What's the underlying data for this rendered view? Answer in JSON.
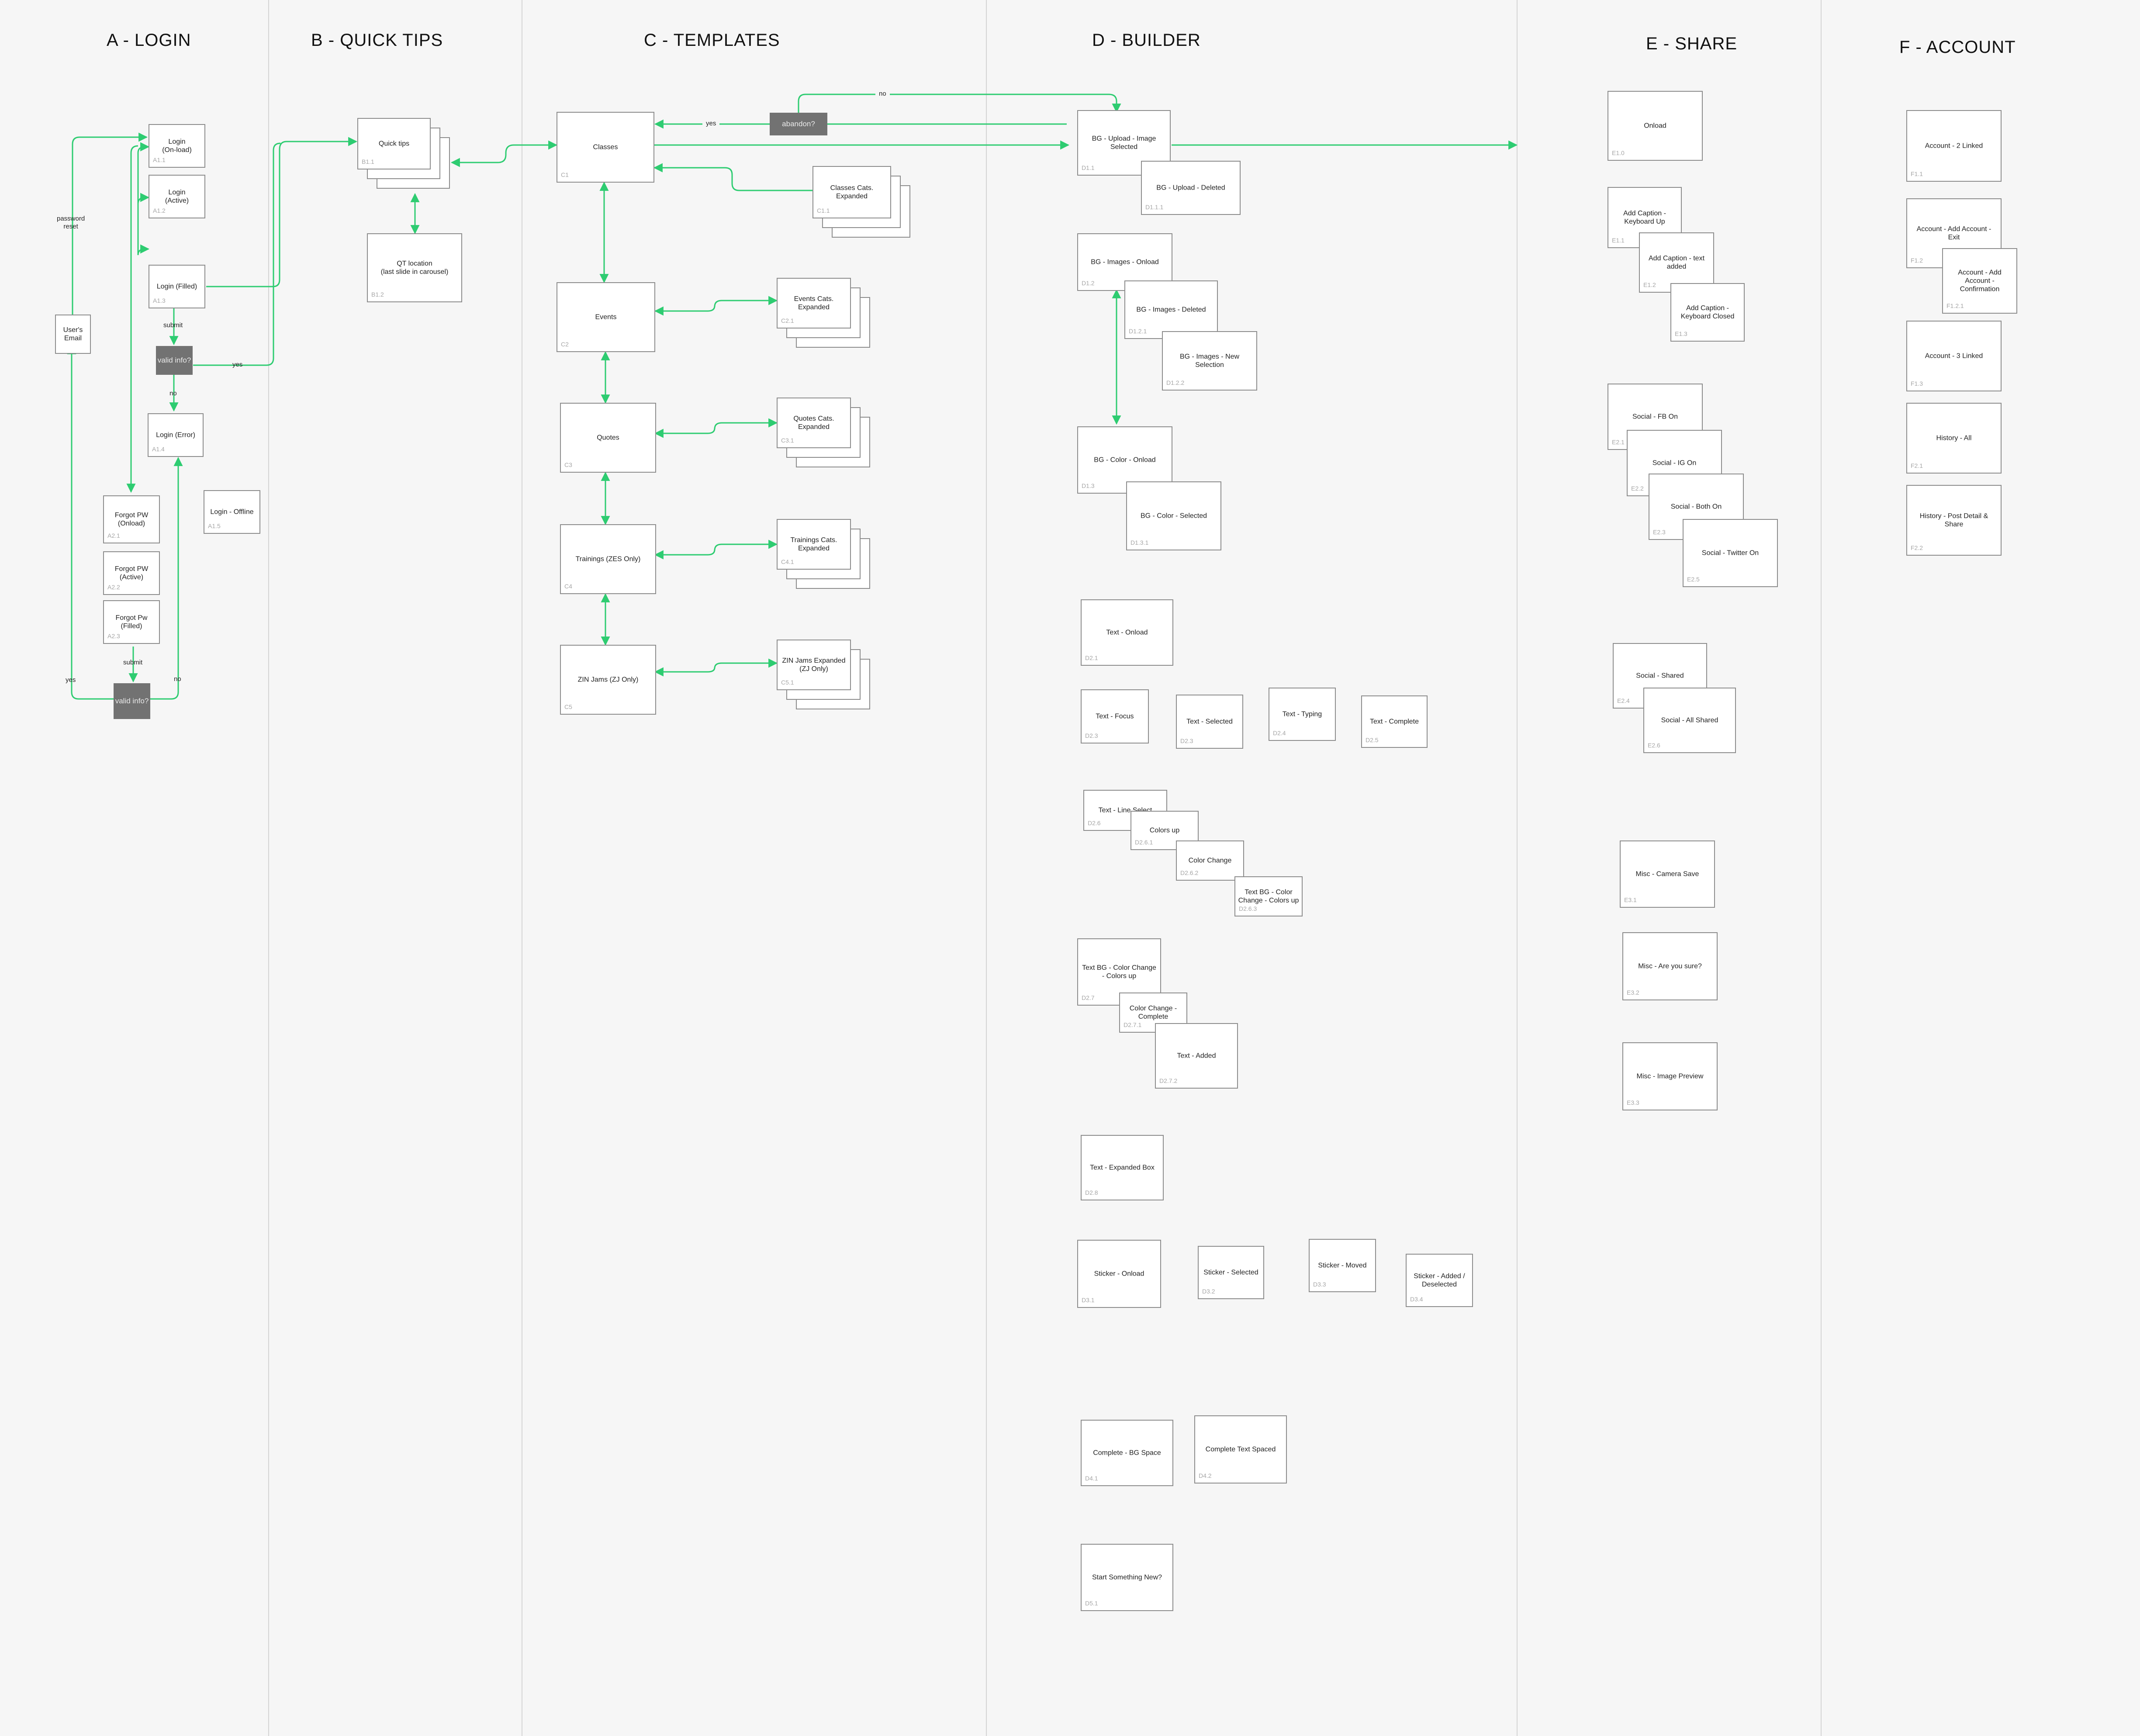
{
  "colors": {
    "edge": "#2ecc71",
    "box_border": "#8c8c8c",
    "decision": "#727272",
    "divider": "#d4d4d4",
    "background": "#f6f6f6"
  },
  "columns": [
    {
      "id": "A",
      "title": "A - LOGIN"
    },
    {
      "id": "B",
      "title": "B - QUICK TIPS"
    },
    {
      "id": "C",
      "title": "C - TEMPLATES"
    },
    {
      "id": "D",
      "title": "D - BUILDER"
    },
    {
      "id": "E",
      "title": "E - SHARE"
    },
    {
      "id": "F",
      "title": "F - ACCOUNT"
    }
  ],
  "screens": {
    "a1_1": {
      "label": "Login\n(On-load)",
      "id": "A1.1"
    },
    "a1_2": {
      "label": "Login\n(Active)",
      "id": "A1.2"
    },
    "a1_3": {
      "label": "Login (Filled)",
      "id": "A1.3"
    },
    "a1_4": {
      "label": "Login (Error)",
      "id": "A1.4"
    },
    "a1_5": {
      "label": "Login - Offline",
      "id": "A1.5"
    },
    "users_email": {
      "label": "User's\nEmail",
      "id": ""
    },
    "a2_1": {
      "label": "Forgot PW\n(Onload)",
      "id": "A2.1"
    },
    "a2_2": {
      "label": "Forgot PW\n(Active)",
      "id": "A2.2"
    },
    "a2_3": {
      "label": "Forgot Pw\n(Filled)",
      "id": "A2.3"
    },
    "b1_1": {
      "label": "Quick tips",
      "id": "B1.1"
    },
    "b1_2": {
      "label": "QT location\n(last slide in carousel)",
      "id": "B1.2"
    },
    "c1": {
      "label": "Classes",
      "id": "C1"
    },
    "c1_1": {
      "label": "Classes Cats.\nExpanded",
      "id": "C1.1"
    },
    "c2": {
      "label": "Events",
      "id": "C2"
    },
    "c2_1": {
      "label": "Events Cats.\nExpanded",
      "id": "C2.1"
    },
    "c3": {
      "label": "Quotes",
      "id": "C3"
    },
    "c3_1": {
      "label": "Quotes Cats.\nExpanded",
      "id": "C3.1"
    },
    "c4": {
      "label": "Trainings (ZES Only)",
      "id": "C4"
    },
    "c4_1": {
      "label": "Trainings Cats.\nExpanded",
      "id": "C4.1"
    },
    "c5": {
      "label": "ZIN Jams (ZJ Only)",
      "id": "C5"
    },
    "c5_1": {
      "label": "ZIN Jams Expanded\n(ZJ Only)",
      "id": "C5.1"
    },
    "d1_1": {
      "label": "BG - Upload - Image\nSelected",
      "id": "D1.1"
    },
    "d1_1_1": {
      "label": "BG - Upload - Deleted",
      "id": "D1.1.1"
    },
    "d1_2": {
      "label": "BG - Images - Onload",
      "id": "D1.2"
    },
    "d1_2_1": {
      "label": "BG - Images - Deleted",
      "id": "D1.2.1"
    },
    "d1_2_2": {
      "label": "BG - Images - New\nSelection",
      "id": "D1.2.2"
    },
    "d1_3": {
      "label": "BG - Color - Onload",
      "id": "D1.3"
    },
    "d1_3_1": {
      "label": "BG - Color - Selected",
      "id": "D1.3.1"
    },
    "d2_1": {
      "label": "Text - Onload",
      "id": "D2.1"
    },
    "d2_3a": {
      "label": "Text - Focus",
      "id": "D2.3"
    },
    "d2_3b": {
      "label": "Text - Selected",
      "id": "D2.3"
    },
    "d2_4": {
      "label": "Text - Typing",
      "id": "D2.4"
    },
    "d2_5": {
      "label": "Text - Complete",
      "id": "D2.5"
    },
    "d2_6": {
      "label": "Text - Line Select",
      "id": "D2.6"
    },
    "d2_6_1": {
      "label": "Colors up",
      "id": "D2.6.1"
    },
    "d2_6_2": {
      "label": "Color Change",
      "id": "D2.6.2"
    },
    "d2_6_3": {
      "label": "Text BG - Color\nChange - Colors up",
      "id": "D2.6.3"
    },
    "d2_7": {
      "label": "Text BG - Color Change\n- Colors up",
      "id": "D2.7"
    },
    "d2_7_1": {
      "label": "Color Change -\nComplete",
      "id": "D2.7.1"
    },
    "d2_7_2": {
      "label": "Text - Added",
      "id": "D2.7.2"
    },
    "d2_8": {
      "label": "Text - Expanded Box",
      "id": "D2.8"
    },
    "d3_1": {
      "label": "Sticker - Onload",
      "id": "D3.1"
    },
    "d3_2": {
      "label": "Sticker - Selected",
      "id": "D3.2"
    },
    "d3_3": {
      "label": "Sticker - Moved",
      "id": "D3.3"
    },
    "d3_4": {
      "label": "Sticker - Added /\nDeselected",
      "id": "D3.4"
    },
    "d4_1": {
      "label": "Complete - BG Space",
      "id": "D4.1"
    },
    "d4_2": {
      "label": "Complete Text Spaced",
      "id": "D4.2"
    },
    "d5_1": {
      "label": "Start Something New?",
      "id": "D5.1"
    },
    "e1_0": {
      "label": "Onload",
      "id": "E1.0"
    },
    "e1_1": {
      "label": "Add Caption -\nKeyboard Up",
      "id": "E1.1"
    },
    "e1_2": {
      "label": "Add Caption - text\nadded",
      "id": "E1.2"
    },
    "e1_3": {
      "label": "Add Caption -\nKeyboard Closed",
      "id": "E1.3"
    },
    "e2_1": {
      "label": "Social - FB On",
      "id": "E2.1"
    },
    "e2_2": {
      "label": "Social - IG On",
      "id": "E2.2"
    },
    "e2_3": {
      "label": "Social - Both On",
      "id": "E2.3"
    },
    "e2_5": {
      "label": "Social - Twitter On",
      "id": "E2.5"
    },
    "e2_4": {
      "label": "Social - Shared",
      "id": "E2.4"
    },
    "e2_6": {
      "label": "Social - All Shared",
      "id": "E2.6"
    },
    "e3_1": {
      "label": "Misc - Camera Save",
      "id": "E3.1"
    },
    "e3_2": {
      "label": "Misc - Are you sure?",
      "id": "E3.2"
    },
    "e3_3": {
      "label": "Misc - Image Preview",
      "id": "E3.3"
    },
    "f1_1": {
      "label": "Account - 2 Linked",
      "id": "F1.1"
    },
    "f1_2": {
      "label": "Account - Add Account -\nExit",
      "id": "F1.2"
    },
    "f1_2_1": {
      "label": "Account - Add\nAccount -\nConfirmation",
      "id": "F1.2.1"
    },
    "f1_3": {
      "label": "Account - 3 Linked",
      "id": "F1.3"
    },
    "f2_1": {
      "label": "History - All",
      "id": "F2.1"
    },
    "f2_2": {
      "label": "History - Post Detail &\nShare",
      "id": "F2.2"
    }
  },
  "decisions": {
    "valid_info_1": "valid info?",
    "valid_info_2": "valid info?",
    "abandon": "abandon?"
  },
  "edge_labels": {
    "password_reset": "password\nreset",
    "submit_1": "submit",
    "no_1": "no",
    "yes_1": "yes",
    "submit_2": "submit",
    "yes_2": "yes",
    "no_2": "no",
    "abandon_no": "no",
    "abandon_yes": "yes"
  }
}
